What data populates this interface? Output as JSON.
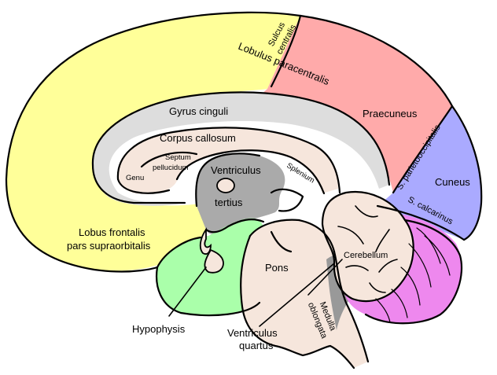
{
  "colors": {
    "frontal": "#ffff99",
    "paracentral": "#ffaaaa",
    "praecuneus": "#ffaaaa",
    "cuneus": "#aaaaff",
    "gyrus_cinguli": "#dddddd",
    "corpus_callosum": "#f6e6dc",
    "ventricle": "#aaaaaa",
    "hypophysis_region": "#aaffaa",
    "brainstem": "#f6e6dc",
    "cerebellum_white": "#f6e6dc",
    "cerebellum_cortex": "#ee88ee",
    "dark_gray": "#999999"
  },
  "labels": {
    "sulcus_centralis_1": "Sulcus",
    "sulcus_centralis_2": "centralis",
    "lobulus_paracentralis": "Lobulus paracentralis",
    "praecuneus": "Praecuneus",
    "gyrus_cinguli": "Gyrus cinguli",
    "corpus_callosum": "Corpus callosum",
    "septum_1": "Septum",
    "septum_2": "pellucidum",
    "genu": "Genu",
    "ventriculus": "Ventriculus",
    "tertius": "tertius",
    "splenium": "Splenium",
    "s_parietooccipitalis": "S. parietooccipitalis",
    "cuneus": "Cuneus",
    "s_calcarinus": "S. calcarinus",
    "lobus_frontalis_1": "Lobus frontalis",
    "lobus_frontalis_2": "pars supraorbitalis",
    "cerebellum": "Cerebellum",
    "pons": "Pons",
    "hypophysis": "Hypophysis",
    "ventriculus_quartus_1": "Ventriculus",
    "ventriculus_quartus_2": "quartus",
    "medulla_1": "Medulla",
    "medulla_2": "oblongata"
  }
}
